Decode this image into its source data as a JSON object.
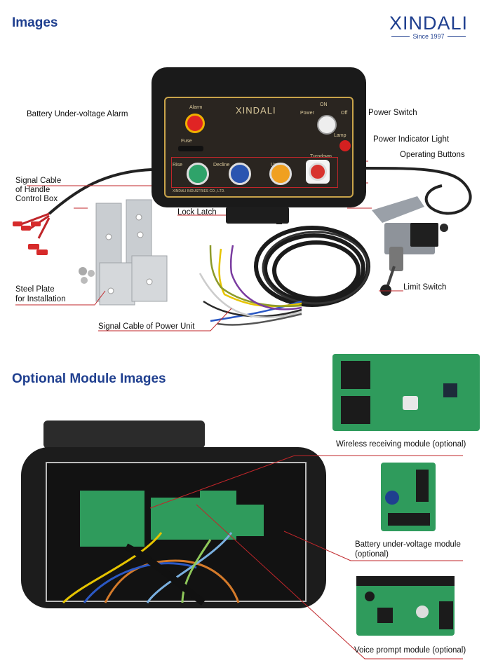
{
  "headings": {
    "images": "Images",
    "optional": "Optional Module Images"
  },
  "logo": {
    "brand": "XINDALI",
    "since": "Since 1997"
  },
  "panel": {
    "brand": "XINDALI",
    "alarm": "Alarm",
    "fuse": "Fuse",
    "power": "Power",
    "on": "ON",
    "off": "Off",
    "lamp": "Lamp",
    "turndown": "Turndown",
    "rise": "Rise",
    "decline": "Decline",
    "upturn": "Upturn",
    "footer": "XINDALI INDUSTRIES CO., LTD."
  },
  "labels": {
    "battery_alarm": "Battery Under-voltage Alarm",
    "power_switch": "Power Switch",
    "power_light": "Power Indicator Light",
    "operating_buttons": "Operating Buttons",
    "signal_cable_line1": "Signal Cable",
    "signal_cable_line2": "of Handle",
    "signal_cable_line3": "Control Box",
    "lock_latch": "Lock Latch",
    "steel_plate_line1": "Steel Plate",
    "steel_plate_line2": "for Installation",
    "limit_switch": "Limit Switch",
    "power_cable": "Signal Cable of Power Unit",
    "wireless_module": "Wireless receiving module (optional)",
    "battery_module_line1": "Battery under-voltage module",
    "battery_module_line2": "(optional)",
    "voice_module": "Voice prompt module (optional)"
  },
  "colors": {
    "heading": "#1f3f8f",
    "panel_border": "#c9a44a",
    "btn_rise": "#2fa36a",
    "btn_decline": "#2a55b0",
    "btn_upturn": "#f0a020",
    "btn_turndown": "#d8332e",
    "alarm": "#e02424",
    "pcb": "#2f9b5c"
  }
}
